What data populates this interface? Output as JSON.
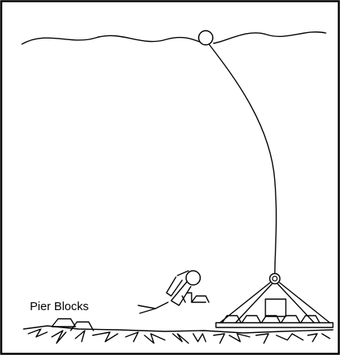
{
  "figure": {
    "label_pier_blocks": "Pier Blocks",
    "colors": {
      "ink": "#000000",
      "background": "#ffffff"
    },
    "elements": [
      "water-surface",
      "surface-buoy",
      "lift-line",
      "lifting-ring",
      "lifting-frame",
      "diver",
      "pier-blocks",
      "seabed"
    ]
  }
}
